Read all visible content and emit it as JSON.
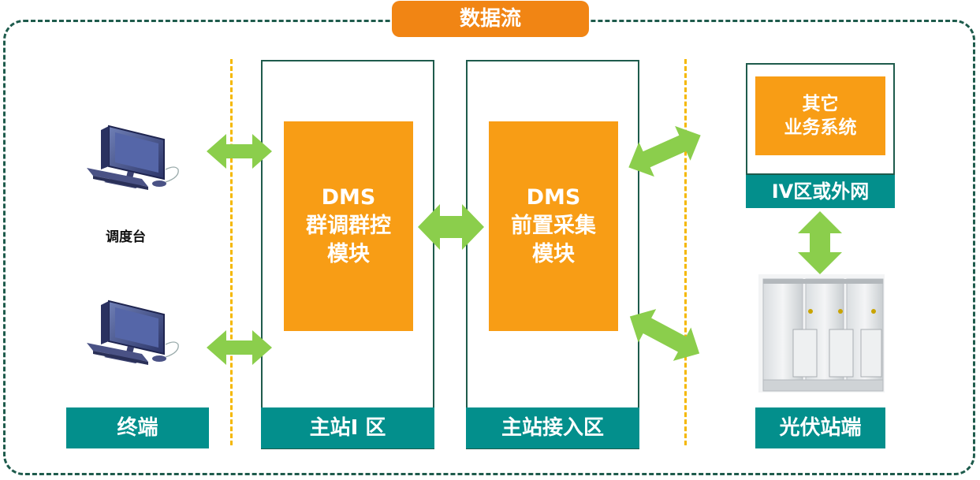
{
  "title": "数据流",
  "terminal": {
    "label": "终端",
    "station_caption": "调度台"
  },
  "zone1": {
    "label": "主站I 区",
    "module": [
      "DMS",
      "群调群控",
      "模块"
    ]
  },
  "zone2": {
    "label": "主站接入区",
    "module": [
      "DMS",
      "前置采集",
      "模块"
    ]
  },
  "iv_zone": {
    "label": "IV区或外网",
    "system": [
      "其它",
      "业务系统"
    ]
  },
  "pv_station": {
    "label": "光伏站端"
  },
  "colors": {
    "teal": "#038f8c",
    "orange": "#f89d15",
    "title_orange": "#f18514",
    "arrow_green": "#8bce4c",
    "dash_yellow": "#f5b800",
    "frame_green": "#1e5b4c"
  }
}
